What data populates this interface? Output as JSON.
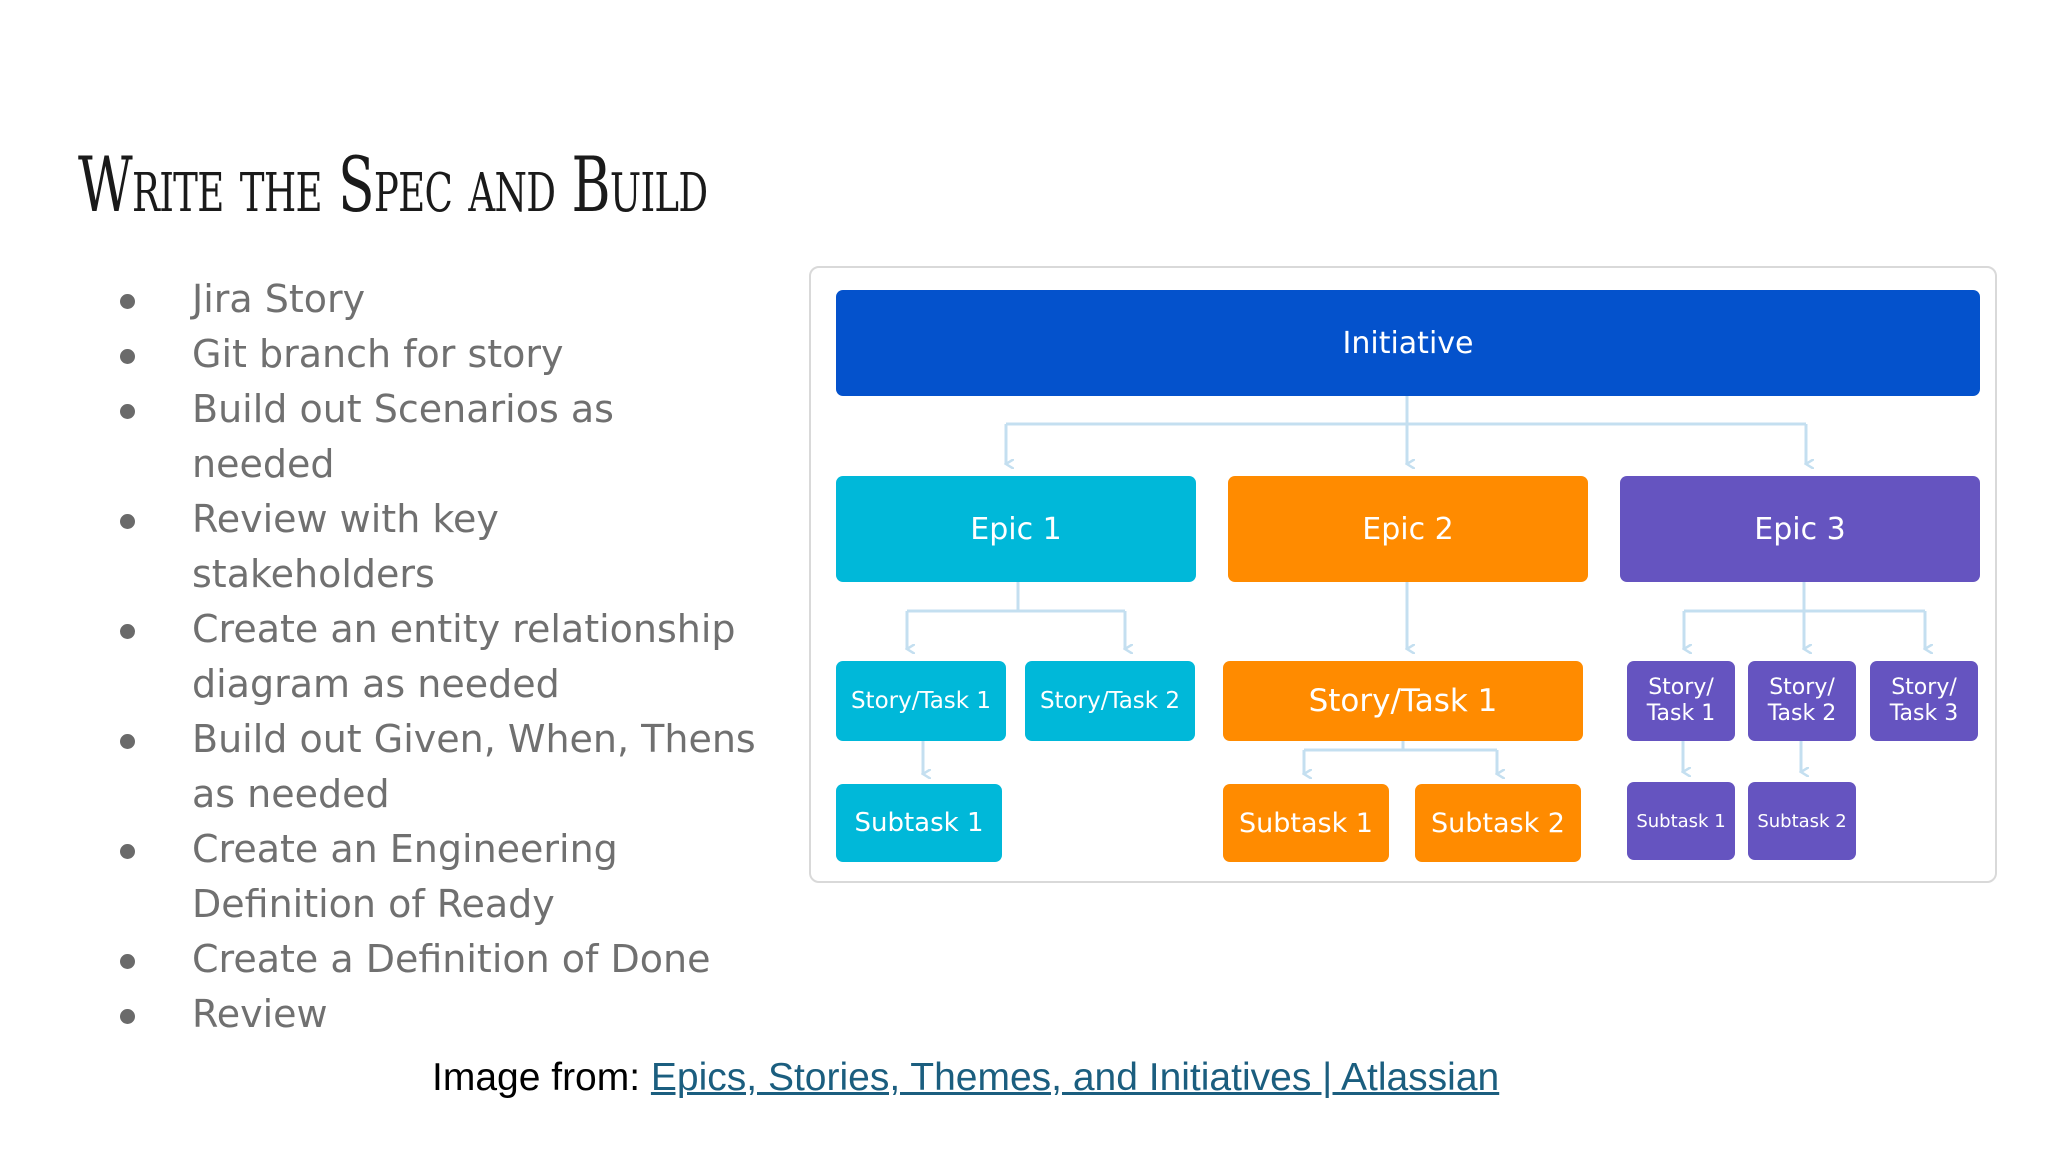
{
  "title": "Write the Spec and Build",
  "bullets": [
    "Jira Story",
    "Git branch for story",
    "Build out Scenarios as needed",
    "Review with key stakeholders",
    "Create an entity relationship diagram as needed",
    "Build out Given, When, Thens as needed",
    "Create an Engineering Definition of Ready",
    "Create a Definition of Done",
    "Review"
  ],
  "source": {
    "prefix": "Image from: ",
    "link_text": "Epics, Stories, Themes, and Initiatives | Atlassian"
  },
  "diagram": {
    "initiative": "Initiative",
    "epics": [
      "Epic 1",
      "Epic 2",
      "Epic 3"
    ],
    "epic1": {
      "stories": [
        "Story/Task 1",
        "Story/Task 2"
      ],
      "subtasks": [
        "Subtask 1"
      ]
    },
    "epic2": {
      "stories": [
        "Story/Task 1"
      ],
      "subtasks": [
        "Subtask 1",
        "Subtask 2"
      ]
    },
    "epic3": {
      "stories": [
        "Story/\nTask 1",
        "Story/\nTask 2",
        "Story/\nTask 3"
      ],
      "subtasks": [
        "Subtask 1",
        "Subtask 2"
      ]
    },
    "colors": {
      "initiative": "#0452cc",
      "epic1": "#00b8d9",
      "epic2": "#ff8b00",
      "epic3": "#6554c0",
      "connector": "#c4dff0"
    }
  }
}
